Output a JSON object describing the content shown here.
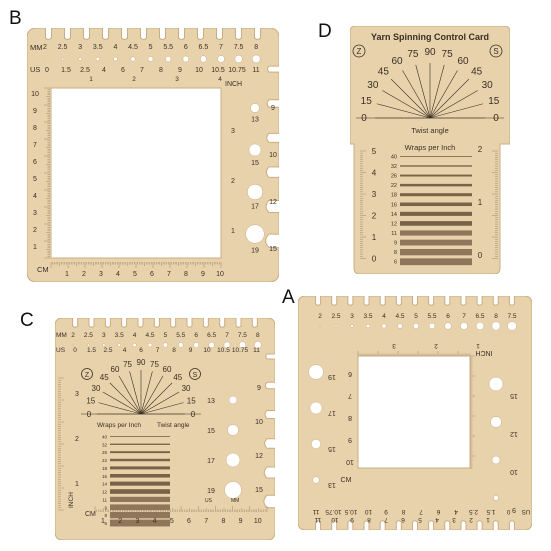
{
  "labels": {
    "b": "B",
    "d": "D",
    "c": "C",
    "a": "A"
  },
  "colors": {
    "wood": "#e8d2ac",
    "wood_edge": "#c9ad82",
    "ink": "#3a2f24",
    "bar_dark": "#7a6249",
    "bar_mid": "#8f765b"
  },
  "card_b": {
    "mm_label": "MM",
    "mm_values": [
      "2",
      "2.5",
      "3",
      "3.5",
      "4",
      "4.5",
      "5",
      "5.5",
      "6",
      "6.5",
      "7",
      "7.5",
      "8"
    ],
    "us_label": "US",
    "us_values": [
      "0",
      "1.5",
      "2.5",
      "4",
      "6",
      "7",
      "8",
      "9",
      "10",
      "10.5",
      "10.75",
      "11"
    ],
    "inch_label": "INCH",
    "top_inch": [
      "1",
      "2",
      "3",
      "4"
    ],
    "left_cm": [
      "10",
      "9",
      "8",
      "7",
      "6",
      "5",
      "4",
      "3",
      "2",
      "1"
    ],
    "bottom_cm_label": "CM",
    "bottom_cm": [
      "1",
      "2",
      "3",
      "4",
      "5",
      "6",
      "7",
      "8",
      "9",
      "10"
    ],
    "right_inch": [
      "3",
      "2",
      "1"
    ],
    "right_holes": [
      "13",
      "15",
      "17",
      "19"
    ],
    "right_edge": [
      "9",
      "10",
      "12",
      "15"
    ]
  },
  "card_d": {
    "title": "Yarn Spinning Control Card",
    "z_label": "Z",
    "s_label": "S",
    "angles_left": [
      "0",
      "15",
      "30",
      "45",
      "60",
      "75"
    ],
    "angle_top": "90",
    "angles_right": [
      "75",
      "60",
      "45",
      "30",
      "15",
      "0"
    ],
    "twist_label": "Twist angle",
    "wpi_label": "Wraps per Inch",
    "wpi_values": [
      "40",
      "32",
      "26",
      "22",
      "18",
      "16",
      "14",
      "12",
      "11",
      "9",
      "8",
      "6"
    ],
    "left_scale": [
      "5",
      "4",
      "3",
      "2",
      "1",
      "0"
    ],
    "right_scale": [
      "2",
      "1",
      "0"
    ]
  },
  "card_c": {
    "mm_label": "MM",
    "mm_values": [
      "2",
      "2.5",
      "3",
      "3.5",
      "4",
      "4.5",
      "5",
      "5.5",
      "6",
      "6.5",
      "7",
      "7.5",
      "8"
    ],
    "us_label": "US",
    "us_values": [
      "0",
      "1.5",
      "2.5",
      "4",
      "6",
      "7",
      "8",
      "9",
      "10",
      "10.5",
      "10.75",
      "11"
    ],
    "z_label": "Z",
    "s_label": "S",
    "angles_left": [
      "0",
      "15",
      "30",
      "45",
      "60",
      "75"
    ],
    "angle_top": "90",
    "angles_right": [
      "75",
      "60",
      "45",
      "30",
      "15",
      "0"
    ],
    "wpi_label": "Wraps per Inch",
    "twist_label": "Twist angle",
    "wpi_values": [
      "40",
      "32",
      "26",
      "22",
      "18",
      "16",
      "14",
      "12",
      "11",
      "9",
      "8",
      "6"
    ],
    "left_inch": [
      "3",
      "2",
      "1"
    ],
    "inch_label": "INCH",
    "cm_label": "CM",
    "bottom_cm": [
      "1",
      "2",
      "3",
      "4",
      "5",
      "6",
      "7",
      "8",
      "9",
      "10"
    ],
    "right_holes": [
      "13",
      "15",
      "17",
      "19"
    ],
    "right_edge": [
      "9",
      "10",
      "12",
      "15"
    ],
    "us_small": "US",
    "mm_small": "MM"
  },
  "card_a": {
    "mm_values": [
      "7.5",
      "8",
      "6.5",
      "7",
      "6",
      "5.5",
      "5",
      "4.5",
      "4",
      "3.5",
      "3",
      "2.5",
      "2"
    ],
    "top_inch": [
      "3",
      "2",
      "1"
    ],
    "inch_label": "INCH",
    "left_holes": [
      "19",
      "17",
      "15",
      "13"
    ],
    "right_holes": [
      "15",
      "12",
      "10",
      "9"
    ],
    "left_cm": [
      "6",
      "7",
      "8",
      "9",
      "10"
    ],
    "cm_label": "CM",
    "us_values": [
      "11",
      "10.75",
      "10.5",
      "10",
      "9",
      "8",
      "7",
      "6",
      "4",
      "2.5",
      "1.5",
      "0"
    ],
    "us_label": "US",
    "bottom_cm": [
      "11",
      "10",
      "9",
      "8",
      "7",
      "6",
      "5",
      "4",
      "3",
      "2",
      "1"
    ]
  }
}
